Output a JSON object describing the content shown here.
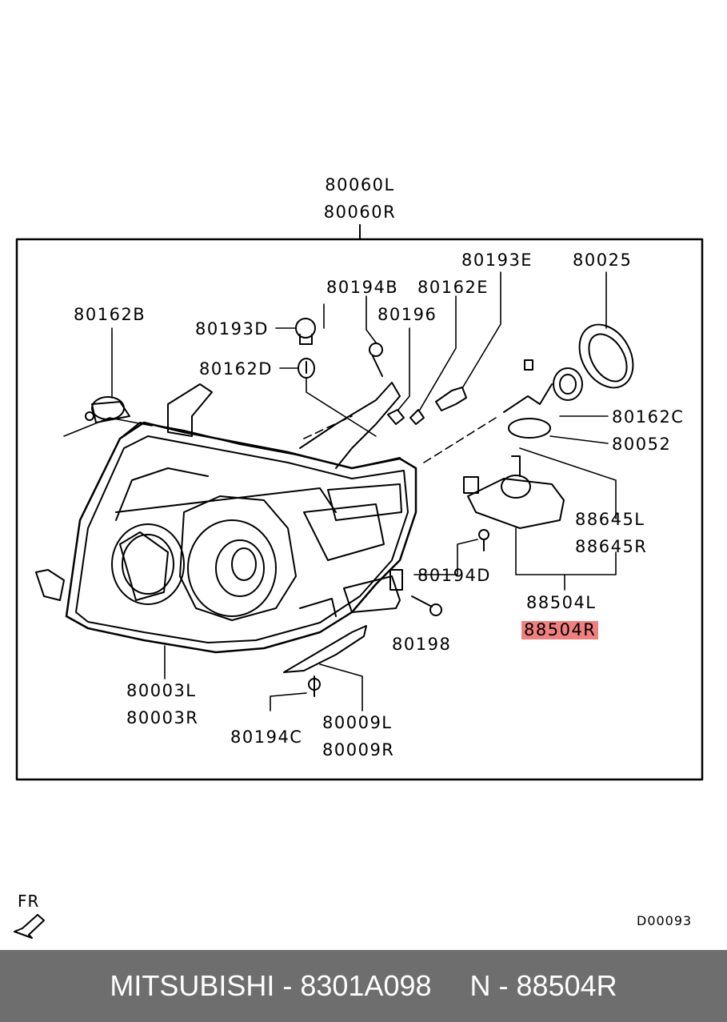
{
  "parts": {
    "assembly_l": "80060L",
    "assembly_r": "80060R",
    "p80193E": "80193E",
    "p80025": "80025",
    "p80194B": "80194B",
    "p80162E": "80162E",
    "p80162B": "80162B",
    "p80196": "80196",
    "p80193D": "80193D",
    "p80162D": "80162D",
    "p80162C": "80162C",
    "p80052": "80052",
    "p88645L": "88645L",
    "p88645R": "88645R",
    "p80194D": "80194D",
    "p88504L": "88504L",
    "p88504R": "88504R",
    "p80198": "80198",
    "p80003L": "80003L",
    "p80003R": "80003R",
    "p80009L": "80009L",
    "p80009R": "80009R",
    "p80194C": "80194C"
  },
  "direction_label": "FR",
  "diagram_code": "D00093",
  "highlight_color": "#f08080",
  "footer": {
    "brand_part": "MITSUBISHI - 8301A098",
    "ref": "N - 88504R",
    "bg_color": "#6e6e6e"
  }
}
